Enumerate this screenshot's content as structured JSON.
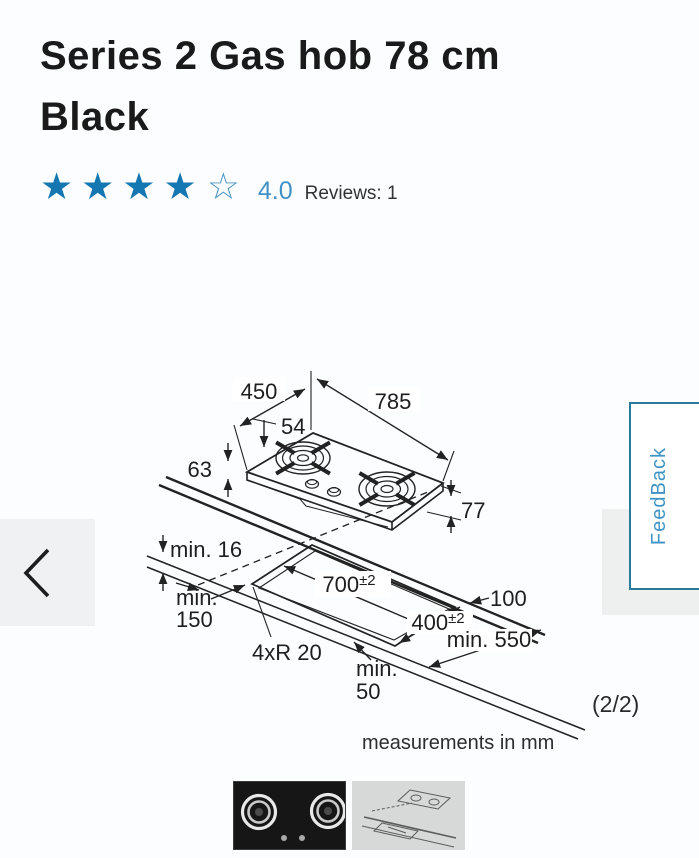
{
  "product": {
    "title_line1": "Series 2 Gas hob 78 cm",
    "title_line2": "Black",
    "rating": {
      "stars_filled_glyphs": "★★★★",
      "star_outline_glyph": "☆",
      "value": "4.0",
      "reviews": "Reviews: 1"
    }
  },
  "gallery": {
    "feedback_label": "FeedBack",
    "page_indicator": "(2/2)",
    "units_note": "measurements in mm"
  },
  "diagram": {
    "dim_width_top": "785",
    "dim_depth": "450",
    "dim_burner_offset": "54",
    "dim_edge_thickness": "63",
    "dim_total_height": "77",
    "dim_counter_thickness": "min. 16",
    "dim_side_clearance_line1": "min.",
    "dim_side_clearance_line2": "150",
    "dim_corner_radius": "4xR 20",
    "dim_cutout_length": "700",
    "dim_cutout_length_tol": "±2",
    "dim_cutout_depth": "400",
    "dim_cutout_depth_tol": "±2",
    "dim_rear_clearance": "100",
    "dim_counter_depth": "min. 550",
    "dim_front_clearance_line1": "min.",
    "dim_front_clearance_line2": "50"
  },
  "colors": {
    "star_blue": "#1577b2",
    "rating_blue": "#4191c6",
    "feedback_border": "#2a7a9b",
    "feedback_text": "#3f93c4",
    "diagram_line": "#222222"
  }
}
